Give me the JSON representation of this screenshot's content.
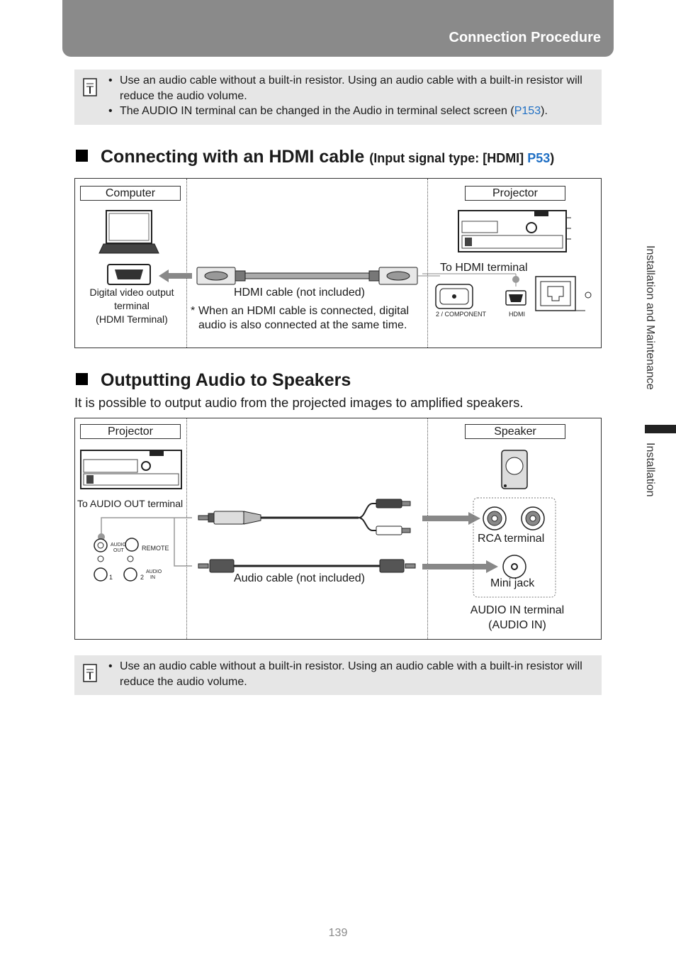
{
  "header": {
    "title": "Connection Procedure"
  },
  "note1": {
    "bullets": [
      "Use an audio cable without a built-in resistor. Using an audio cable with a built-in resistor will reduce the audio volume.",
      "The AUDIO IN terminal can be changed in the Audio in terminal select screen ("
    ],
    "link": "P153",
    "tail": ")."
  },
  "hdmi_section": {
    "title": "Connecting with an HDMI cable",
    "subtitle_prefix": "(Input signal type: [HDMI] ",
    "subtitle_link": "P53",
    "subtitle_suffix": ")"
  },
  "hdmi_diagram": {
    "computer_label": "Computer",
    "projector_label": "Projector",
    "output_terminal_1": "Digital video output",
    "output_terminal_2": "terminal",
    "output_terminal_3": "(HDMI Terminal)",
    "cable_label": "HDMI cable (not included)",
    "note_star": "*",
    "note_text": "When an HDMI cable is connected, digital audio is also connected at the same time.",
    "to_terminal": "To HDMI terminal",
    "port_component": "2 / COMPONENT",
    "port_hdmi": "HDMI"
  },
  "audio_section": {
    "title": "Outputting Audio to Speakers",
    "intro": "It is possible to output audio from the projected images to amplified speakers."
  },
  "audio_diagram": {
    "projector_label": "Projector",
    "speaker_label": "Speaker",
    "to_audio_out": "To AUDIO OUT terminal",
    "port_audio_out_1": "AUDIO",
    "port_audio_out_2": "OUT",
    "port_remote": "REMOTE",
    "port_1": "1",
    "port_2": "2",
    "port_audio_in_1": "AUDIO",
    "port_audio_in_2": "IN",
    "rca_terminal": "RCA terminal",
    "mini_jack": "Mini jack",
    "cable_label": "Audio cable (not included)",
    "audio_in_1": "AUDIO IN terminal",
    "audio_in_2": "(AUDIO IN)"
  },
  "note2": {
    "bullets": [
      "Use an audio cable without a built-in resistor. Using an audio cable with a built-in resistor will reduce the audio volume."
    ]
  },
  "sidebar": {
    "section": "Installation and Maintenance",
    "subsection": "Installation"
  },
  "page_number": "139",
  "colors": {
    "header_bg": "#8a8a8a",
    "note_bg": "#e6e6e6",
    "link": "#1f6fc4"
  }
}
